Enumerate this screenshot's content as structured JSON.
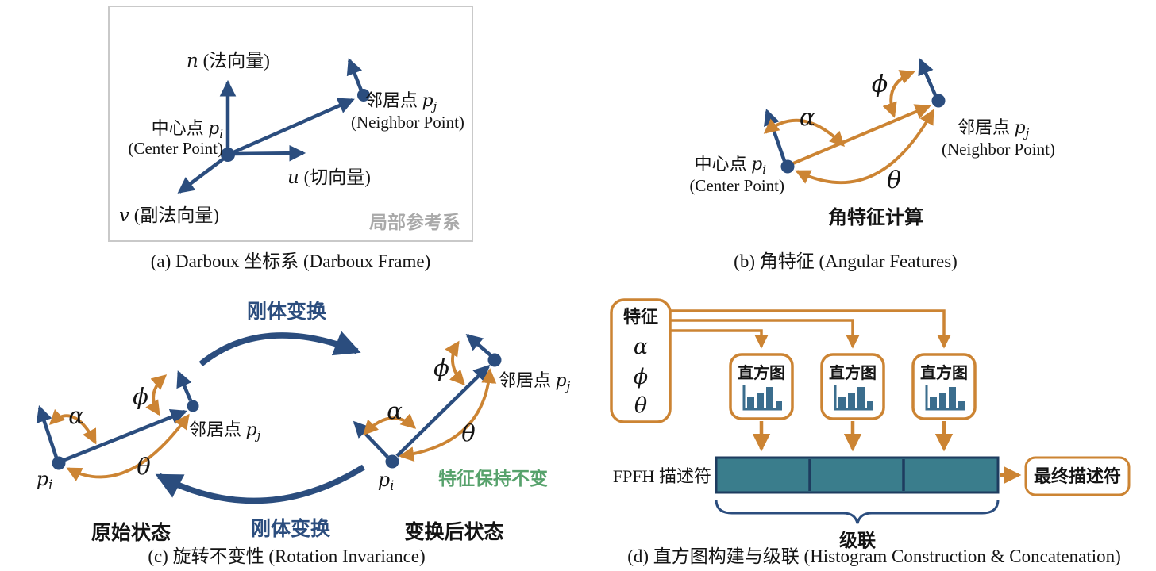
{
  "colors": {
    "navy": "#2b4d7e",
    "orange": "#cc8433",
    "teal_bar_fill": "#3a7d8c",
    "teal_bar_border": "#1e3c5f",
    "hist_icon_bar": "#3b6d8d",
    "green_note": "#57a26c",
    "gray_watermark": "#a9a9a9",
    "panel_box_border": "#c9c9c9"
  },
  "panel_a": {
    "caption": "(a) Darboux 坐标系 (Darboux Frame)",
    "axes": {
      "n": {
        "var": "n",
        "rest": " (法向量)"
      },
      "u": {
        "var": "u",
        "rest": " (切向量)"
      },
      "v": {
        "var": "v",
        "rest": " (副法向量)"
      }
    },
    "center": {
      "zh": "中心点 ",
      "var": "p",
      "sub": "i",
      "en": "(Center Point)"
    },
    "neighbor": {
      "zh": "邻居点 ",
      "var": "p",
      "sub": "j",
      "en": "(Neighbor Point)"
    },
    "watermark": "局部参考系"
  },
  "panel_b": {
    "caption": "(b) 角特征 (Angular Features)",
    "angles": {
      "alpha": "α",
      "phi": "ϕ",
      "theta": "θ"
    },
    "center": {
      "zh": "中心点 ",
      "var": "p",
      "sub": "i",
      "en": "(Center Point)"
    },
    "neighbor": {
      "zh": "邻居点 ",
      "var": "p",
      "sub": "j",
      "en": "(Neighbor Point)"
    },
    "subtitle": "角特征计算"
  },
  "panel_c": {
    "caption": "(c) 旋转不变性 (Rotation Invariance)",
    "angles": {
      "alpha": "α",
      "phi": "ϕ",
      "theta": "θ"
    },
    "point": {
      "var": "p",
      "sub": "i"
    },
    "neighbor": {
      "zh": "邻居点 ",
      "var": "p",
      "sub": "j"
    },
    "rigid_transform": "刚体变换",
    "original_state": "原始状态",
    "transformed_state": "变换后状态",
    "invariant_note": "特征保持不变"
  },
  "panel_d": {
    "caption": "(d) 直方图构建与级联 (Histogram Construction & Concatenation)",
    "feature_title": "特征",
    "feature_items": [
      "α",
      "ϕ",
      "θ"
    ],
    "histogram_label": "直方图",
    "fpfh_label": "FPFH 描述符",
    "final_label": "最终描述符",
    "concat_label": "级联"
  }
}
